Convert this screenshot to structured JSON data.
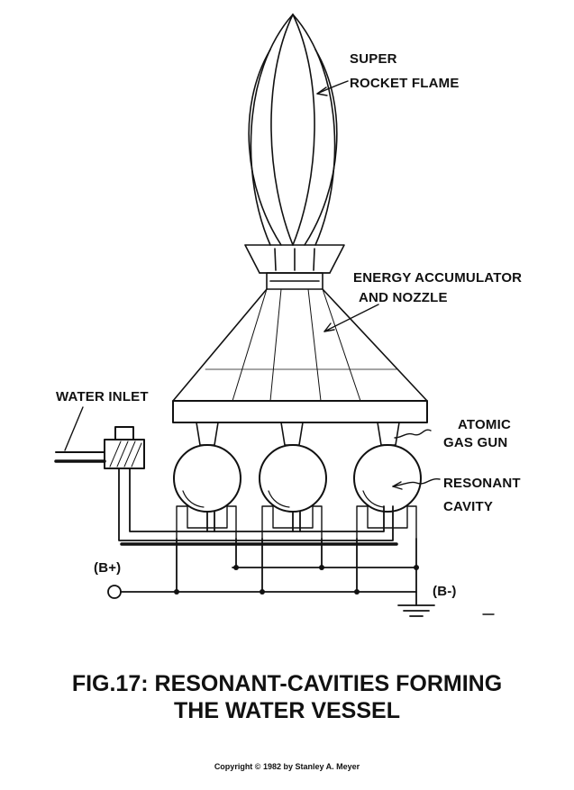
{
  "labels": {
    "flame_line1": "SUPER",
    "flame_line2": "ROCKET FLAME",
    "accumulator_line1": "ENERGY ACCUMULATOR",
    "accumulator_line2": "AND NOZZLE",
    "water_inlet": "WATER INLET",
    "gas_gun_line1": "ATOMIC",
    "gas_gun_line2": "GAS GUN",
    "cavity_line1": "RESONANT",
    "cavity_line2": "CAVITY",
    "b_plus": "(B+)",
    "b_minus": "(B-)"
  },
  "caption": {
    "line1": "FIG.17: RESONANT-CAVITIES FORMING",
    "line2": "THE WATER VESSEL"
  },
  "copyright": "Copyright © 1982 by Stanley A. Meyer"
}
